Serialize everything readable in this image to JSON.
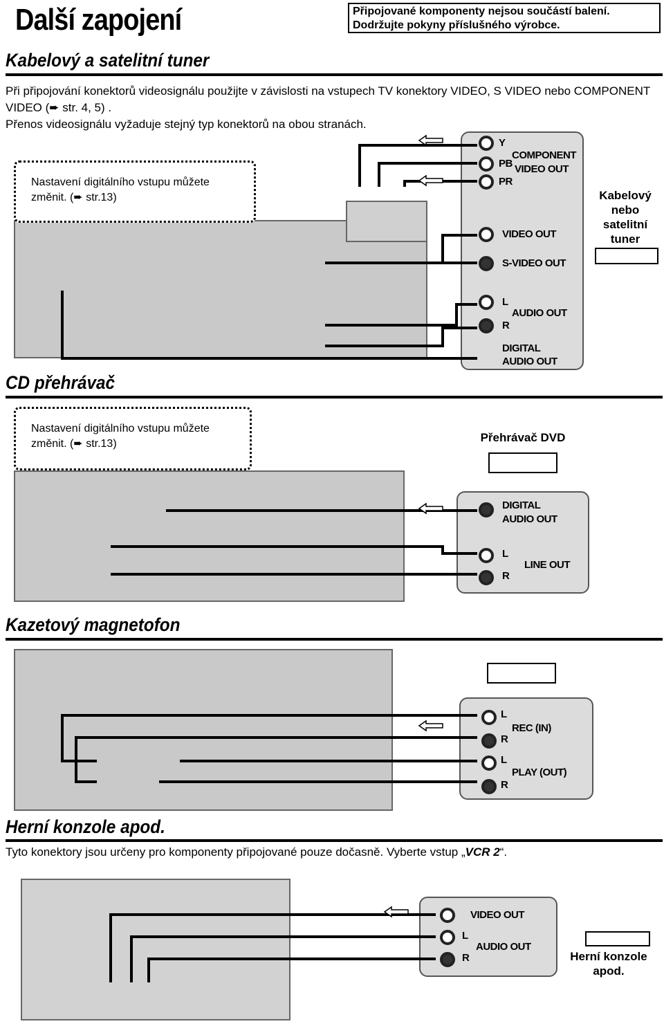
{
  "page": {
    "title": "Další zapojení",
    "note_line1": "Připojované komponenty nejsou součástí balení.",
    "note_line2": "Dodržujte pokyny příslušného výrobce."
  },
  "cable": {
    "heading": "Kabelový a satelitní tuner",
    "intro_line1": "Při připojování konektorů videosignálu použijte v závislosti na vstupech TV konektory VIDEO, S VIDEO nebo COMPONENT",
    "intro_line2": "VIDEO (➨ str. 4, 5) .",
    "intro_line3": "Přenos videosignálu vyžaduje stejný typ konektorů na obou stranách.",
    "bubble_line1": "Nastavení digitálního vstupu můžete",
    "bubble_line2": "změnit. (➨ str.13)",
    "device_line1": "Kabelový",
    "device_line2": "nebo",
    "device_line3": "satelitní",
    "device_line4": "tuner",
    "labels": {
      "y": "Y",
      "pb": "PB",
      "pr": "PR",
      "component_line1": "COMPONENT",
      "component_line2": "VIDEO OUT",
      "video_out": "VIDEO OUT",
      "s_video_out": "S-VIDEO OUT",
      "l": "L",
      "r": "R",
      "audio_out": "AUDIO OUT",
      "digital_line1": "DIGITAL",
      "digital_line2": "AUDIO OUT"
    }
  },
  "cd": {
    "heading": "CD přehrávač",
    "bubble_line1": "Nastavení digitálního vstupu můžete",
    "bubble_line2": "změnit. (➨ str.13)",
    "device": "Přehrávač DVD",
    "labels": {
      "digital_line1": "DIGITAL",
      "digital_line2": "AUDIO OUT",
      "l": "L",
      "r": "R",
      "line_out": "LINE OUT"
    }
  },
  "tape": {
    "heading": "Kazetový magnetofon",
    "labels": {
      "l1": "L",
      "r1": "R",
      "rec_in": "REC (IN)",
      "l2": "L",
      "r2": "R",
      "play_out": "PLAY (OUT)"
    }
  },
  "game": {
    "heading": "Herní konzole apod.",
    "text_prefix": "Tyto konektory jsou určeny pro komponenty připojované pouze dočasně. Vyberte vstup „",
    "text_em": "VCR 2",
    "text_suffix": "“.",
    "device_line1": "Herní konzole",
    "device_line2": "apod.",
    "labels": {
      "video_out": "VIDEO OUT",
      "l": "L",
      "r": "R",
      "audio_out": "AUDIO OUT"
    }
  }
}
